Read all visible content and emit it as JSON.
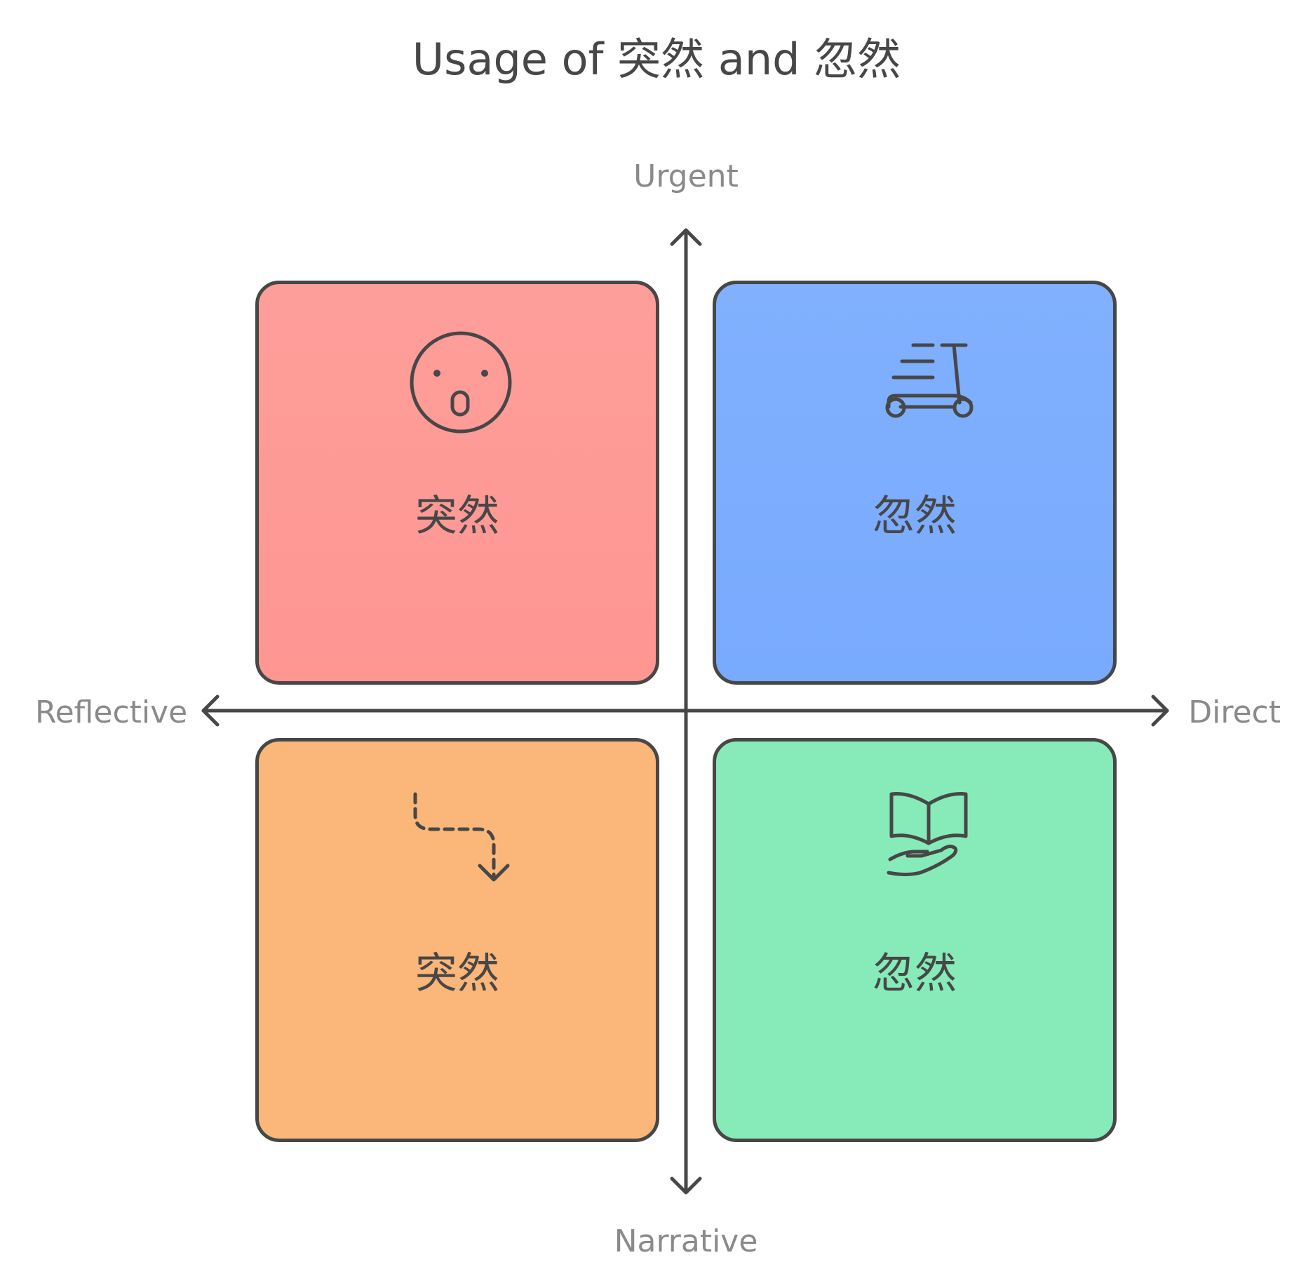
{
  "title": "Usage of 突然 and 忽然",
  "axes": {
    "top": "Urgent",
    "bottom": "Narrative",
    "left": "Reflective",
    "right": "Direct"
  },
  "quadrants": {
    "top_left": {
      "text": "突然",
      "icon": "surprised-face-icon",
      "color": "#fe9e9a"
    },
    "top_right": {
      "text": "忽然",
      "icon": "scooter-icon",
      "color": "#80b0fe"
    },
    "bottom_left": {
      "text": "突然",
      "icon": "dashed-turn-arrow-icon",
      "color": "#fbb679"
    },
    "bottom_right": {
      "text": "忽然",
      "icon": "book-in-hand-icon",
      "color": "#86ebb9"
    }
  },
  "colors": {
    "stroke": "#474747",
    "axis_label": "#8a8a8a"
  }
}
